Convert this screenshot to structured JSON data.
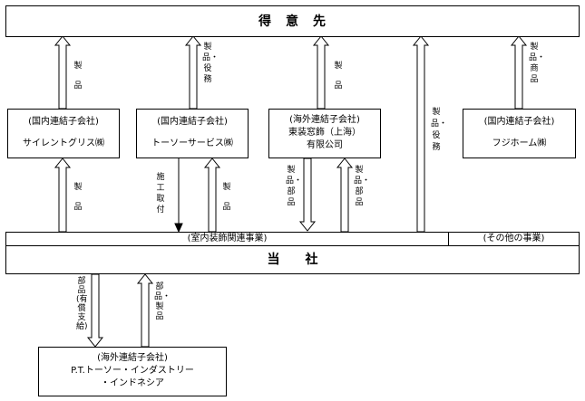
{
  "customer": {
    "label": "得　意　先"
  },
  "company": {
    "label": "当　　社",
    "segment_interior": "(室内装飾関連事業)",
    "segment_other": "(その他の事業)"
  },
  "subsidiaries": [
    {
      "category": "(国内連結子会社)",
      "name": "サイレントグリス㈱"
    },
    {
      "category": "(国内連結子会社)",
      "name": "トーソーサービス㈱"
    },
    {
      "category": "(海外連結子会社)",
      "name": "東装窓飾（上海）",
      "name2": "有限公司"
    },
    {
      "category": "(国内連結子会社)",
      "name": "フジホーム㈱"
    },
    {
      "category": "(海外連結子会社)",
      "name": "P.T.トーソー・インダストリー",
      "name2": "・インドネシア"
    }
  ],
  "flows": {
    "silent_to_customer": "製品",
    "service_to_customer": "製品・役務",
    "shanghai_to_customer": "製品",
    "company_to_customer": "製品・役務",
    "fuji_to_customer": "製品・商品",
    "company_to_silent": "製品",
    "service_to_company": "施工取付",
    "company_to_service": "製品",
    "shanghai_to_company": "製品・部品",
    "company_to_shanghai": "製品・部品",
    "company_to_indonesia": "部品(有償支給)",
    "indonesia_to_company": "部品・製品"
  }
}
